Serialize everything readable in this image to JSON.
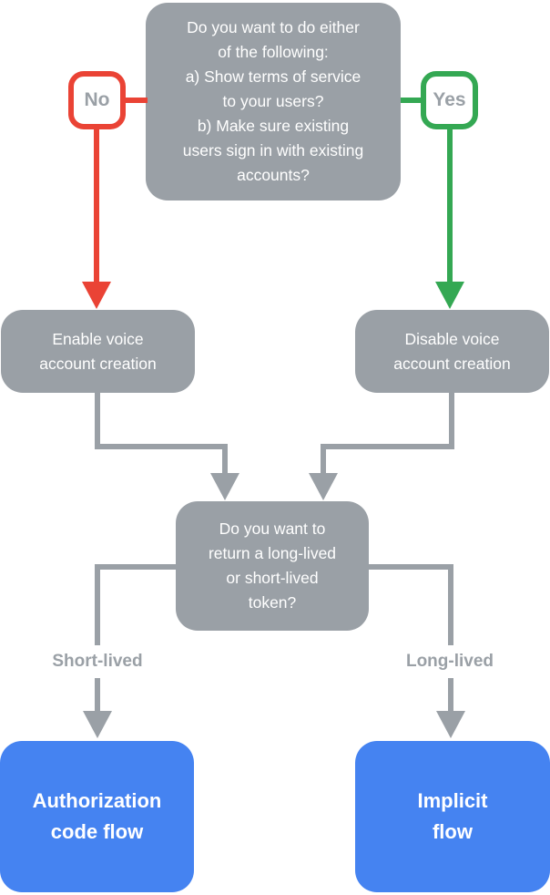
{
  "colors": {
    "node_gray": "#9AA0A6",
    "no_red": "#EA4335",
    "yes_green": "#34A853",
    "result_blue": "#4583F1",
    "badge_text_gray": "#9AA0A6",
    "node_text_white": "#FFFFFF"
  },
  "nodes": {
    "question_account_linking": {
      "lines": [
        "Do you want to do either",
        "of the following:",
        "a) Show terms of service",
        "to your users?",
        "b) Make sure existing",
        "users sign in with existing",
        "accounts?"
      ]
    },
    "no_badge_label": "No",
    "yes_badge_label": "Yes",
    "enable_voice": {
      "lines": [
        "Enable voice",
        "account creation"
      ]
    },
    "disable_voice": {
      "lines": [
        "Disable voice",
        "account creation"
      ]
    },
    "question_token": {
      "lines": [
        "Do you want to",
        "return a long-lived",
        "or short-lived",
        "token?"
      ]
    },
    "short_lived_label": "Short-lived",
    "long_lived_label": "Long-lived",
    "authorization_code_flow": {
      "lines": [
        "Authorization",
        "code flow"
      ]
    },
    "implicit_flow": {
      "lines": [
        "Implicit",
        "flow"
      ]
    }
  }
}
